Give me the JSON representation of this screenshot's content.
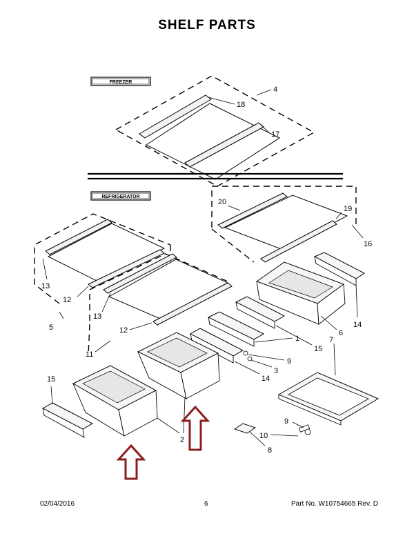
{
  "title": "SHELF PARTS",
  "sections": {
    "freezer": "FREEZER",
    "refrigerator": "REFRIGERATOR"
  },
  "callouts": {
    "c4": "4",
    "c18": "18",
    "c17": "17",
    "c20": "20",
    "c19": "19",
    "c16": "16",
    "c13a": "13",
    "c12a": "12",
    "c5": "5",
    "c13b": "13",
    "c12b": "12",
    "c11": "11",
    "c14a": "14",
    "c6": "6",
    "c15a": "15",
    "c1": "1",
    "c9a": "9",
    "c3": "3",
    "c14b": "14",
    "c7": "7",
    "c15b": "15",
    "c2": "2",
    "c9b": "9",
    "c10": "10",
    "c8": "8"
  },
  "footer": {
    "date": "02/04/2016",
    "page": "6",
    "part": "Part No.  W10754665  Rev.  D"
  },
  "colors": {
    "highlight_arrow": "#8b1d1d",
    "ink": "#000000"
  },
  "icons": [
    "up-arrow-icon",
    "up-arrow-icon"
  ]
}
